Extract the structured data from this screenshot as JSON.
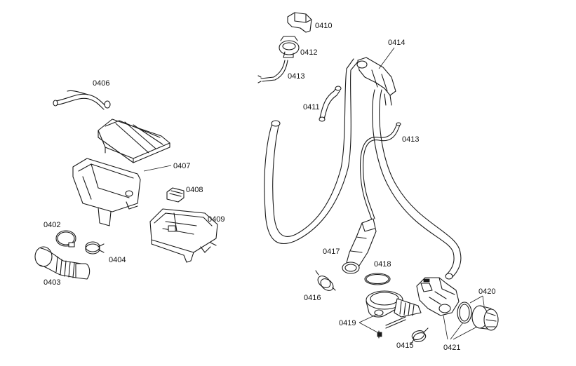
{
  "callouts": {
    "p0402": "0402",
    "p0403": "0403",
    "p0404": "0404",
    "p0406": "0406",
    "p0407": "0407",
    "p0408": "0408",
    "p0409": "0409",
    "p0410": "0410",
    "p0411": "0411",
    "p0412": "0412",
    "p0413a": "0413",
    "p0413b": "0413",
    "p0414": "0414",
    "p0415": "0415",
    "p0416": "0416",
    "p0417": "0417",
    "p0418": "0418",
    "p0419": "0419",
    "p0420": "0420",
    "p0421": "0421"
  }
}
